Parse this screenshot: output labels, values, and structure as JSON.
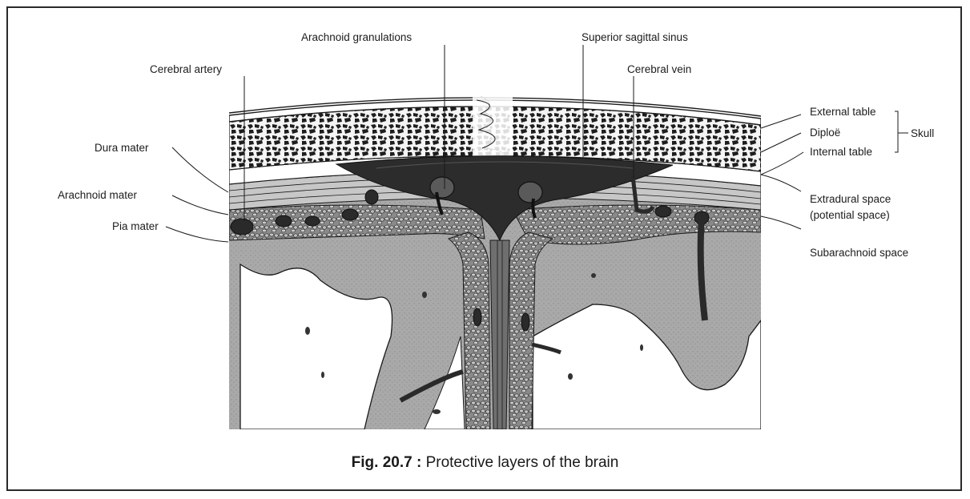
{
  "labels": {
    "arachnoid_granulations": "Arachnoid granulations",
    "superior_sagittal_sinus": "Superior sagittal sinus",
    "cerebral_artery": "Cerebral artery",
    "cerebral_vein": "Cerebral vein",
    "dura_mater": "Dura mater",
    "arachnoid_mater": "Arachnoid mater",
    "pia_mater": "Pia mater",
    "external_table": "External table",
    "diploe": "Diploë",
    "internal_table": "Internal table",
    "skull": "Skull",
    "extradural_space": "Extradural space",
    "potential_space": "(potential space)",
    "subarachnoid_space": "Subarachnoid space"
  },
  "caption": {
    "fig_number": "Fig. 20.7 :",
    "text": "Protective layers of the brain"
  }
}
